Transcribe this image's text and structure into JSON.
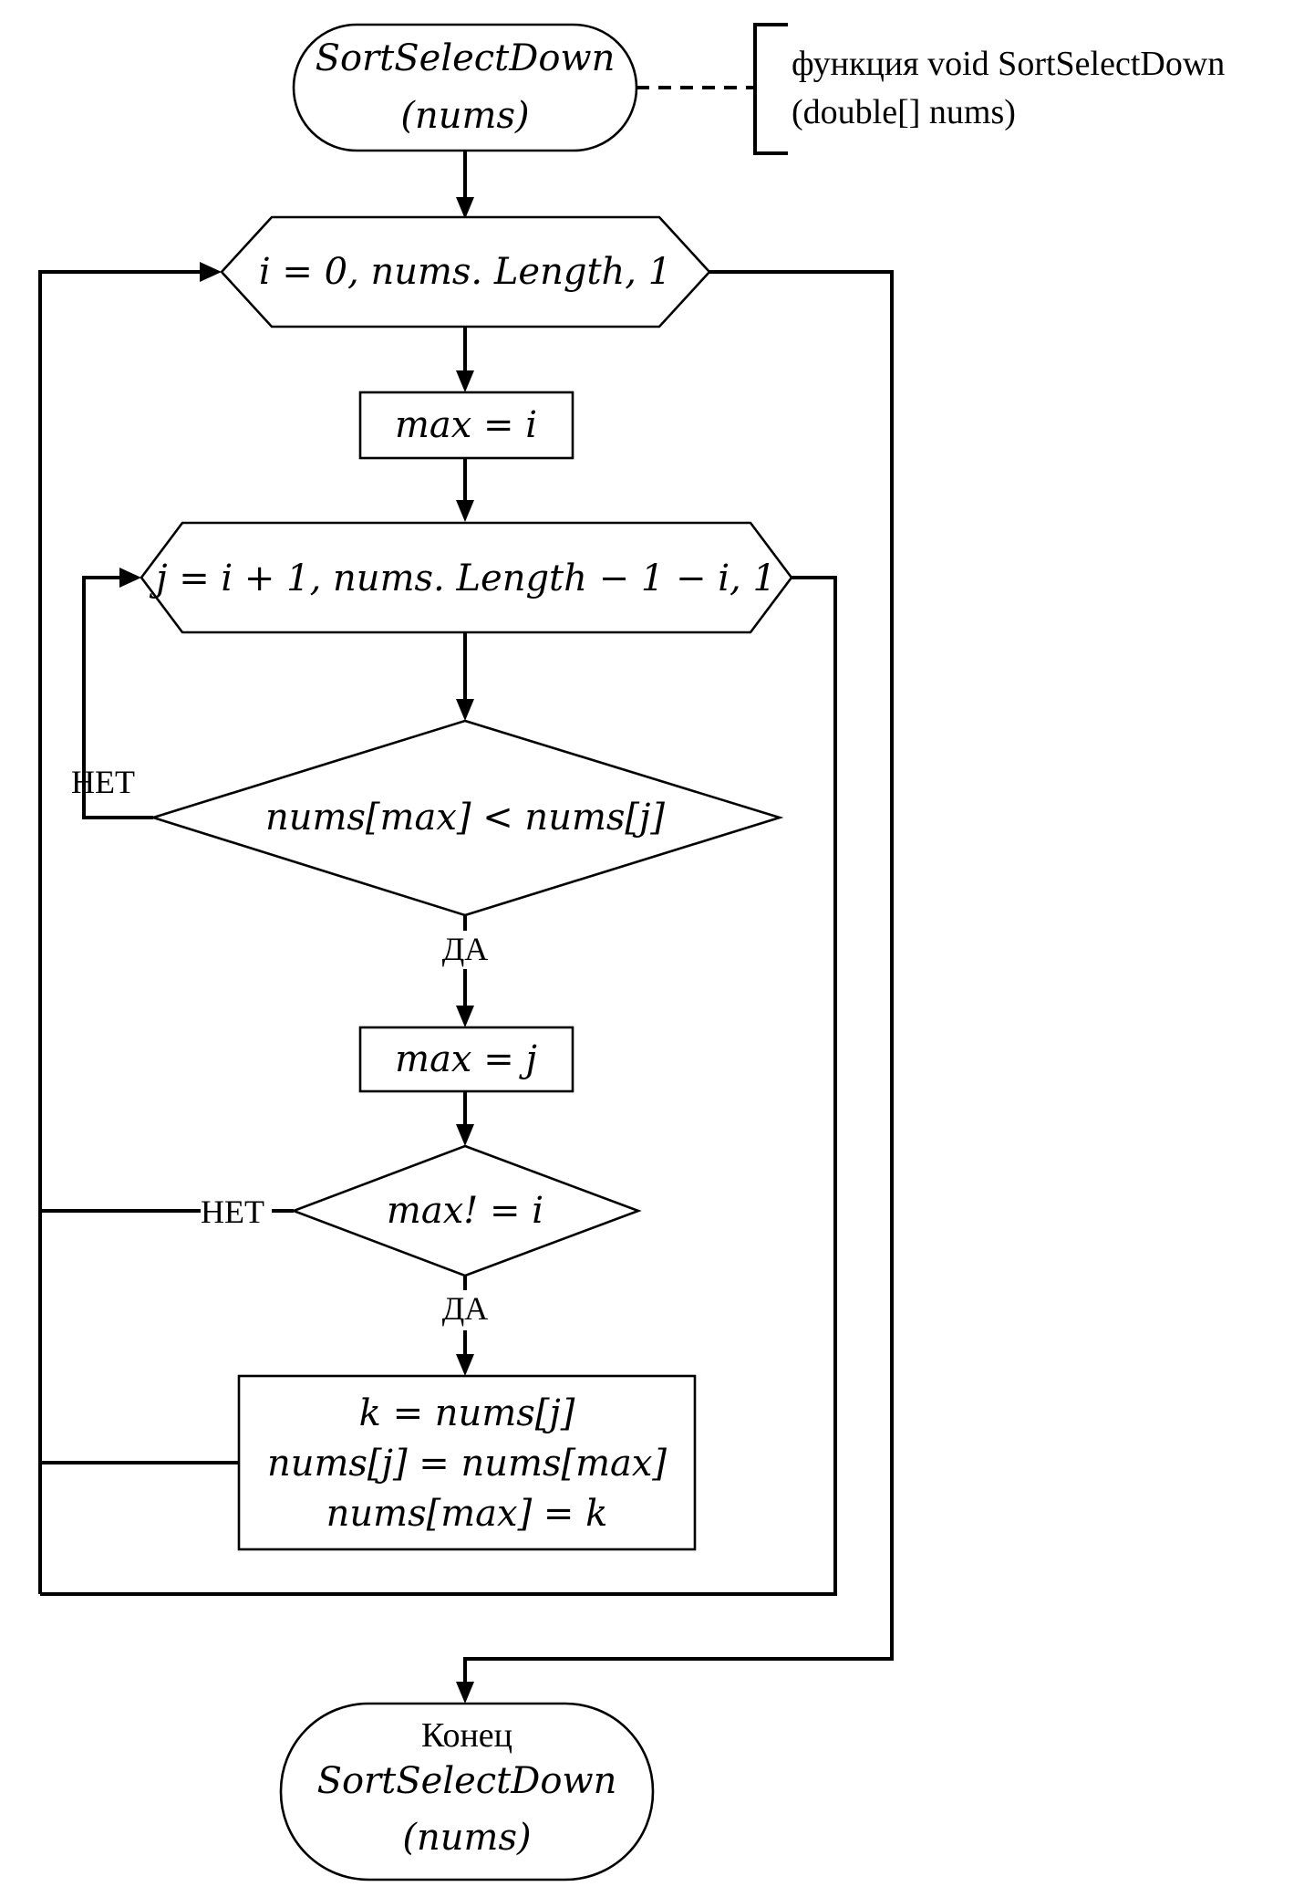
{
  "start": {
    "line1": "SortSelectDown",
    "line2": "(nums)"
  },
  "comment": {
    "line1": "функция void SortSelectDown",
    "line2": "(double[] nums)"
  },
  "loop_outer": {
    "text": "i = 0, nums. Length, 1"
  },
  "assign_max_i": {
    "text": "max = i"
  },
  "loop_inner": {
    "text": "j = i + 1, nums. Length − 1 − i, 1"
  },
  "decision_compare": {
    "text": "nums[max] < nums[j]",
    "no_label": "НЕТ",
    "yes_label": "ДА"
  },
  "assign_max_j": {
    "text": "max = j"
  },
  "decision_neq": {
    "text": "max! = i",
    "no_label": "НЕТ",
    "yes_label": "ДА"
  },
  "swap_block": {
    "line1": "k = nums[j]",
    "line2": "nums[j] = nums[max]",
    "line3": "nums[max] = k"
  },
  "end": {
    "line1": "Конец",
    "line2": "SortSelectDown",
    "line3": "(nums)"
  }
}
